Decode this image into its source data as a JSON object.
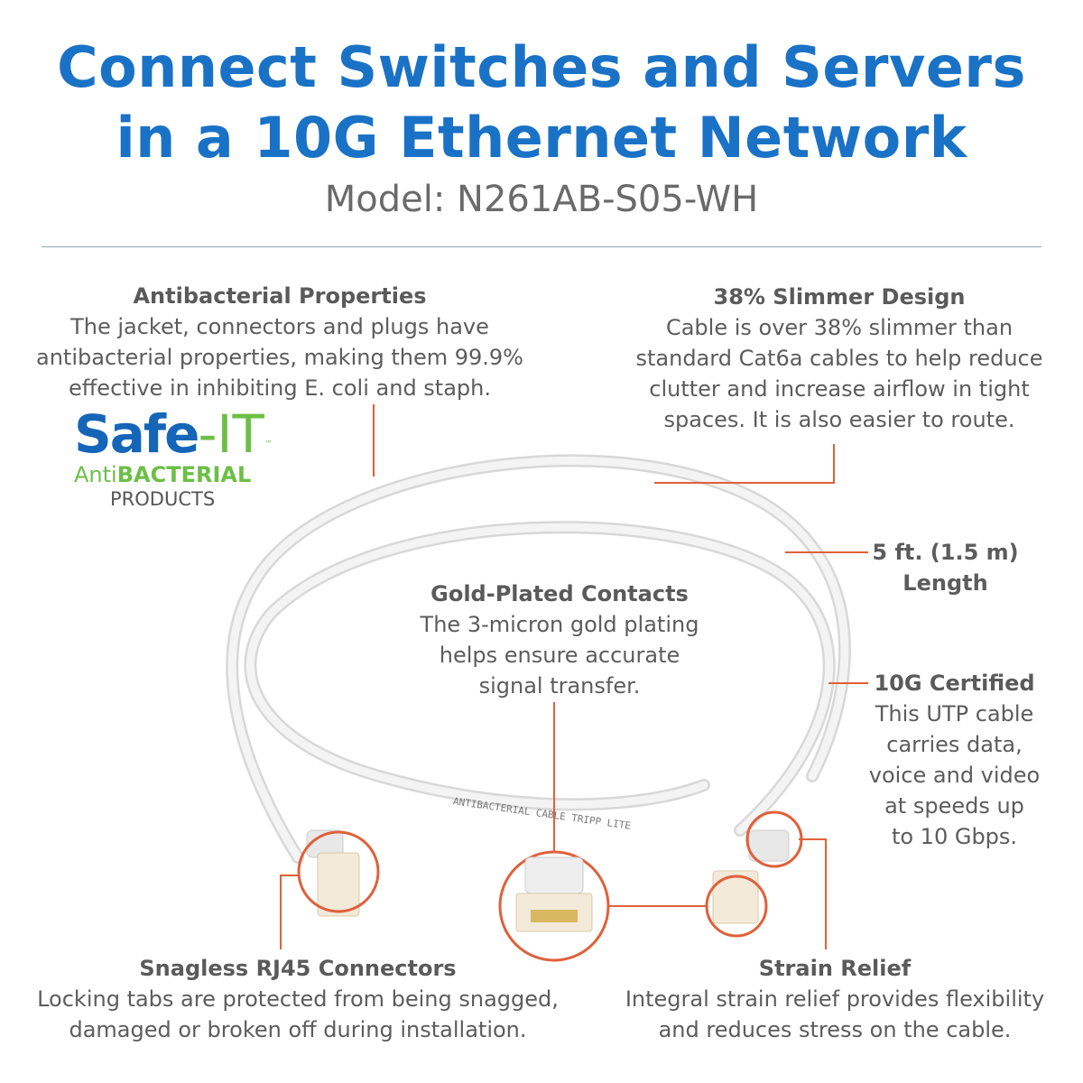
{
  "header": {
    "title_line1": "Connect Switches and Servers",
    "title_line2": "in a 10G Ethernet Network",
    "model": "Model: N261AB-S05-WH"
  },
  "colors": {
    "title": "#1a72c6",
    "callout_line": "#e0603a",
    "logo_blue": "#1565b8",
    "logo_green": "#6cbf45"
  },
  "logo": {
    "safe": "Safe",
    "it": "-IT",
    "tm": "™",
    "anti": "Anti",
    "bacterial": "BACTERIAL",
    "products": "PRODUCTS"
  },
  "features": {
    "antibacterial": {
      "heading": "Antibacterial Properties",
      "lines": [
        "The jacket, connectors and plugs have",
        "antibacterial properties, making them 99.9%",
        "effective in inhibiting E. coli and staph."
      ]
    },
    "slimmer": {
      "heading": "38% Slimmer Design",
      "lines": [
        "Cable is over 38% slimmer than",
        "standard Cat6a cables to help reduce",
        "clutter and increase airflow in tight",
        "spaces. It is also easier to route."
      ]
    },
    "length": {
      "lines": [
        "5 ft. (1.5 m)",
        "Length"
      ]
    },
    "gold": {
      "heading": "Gold-Plated Contacts",
      "lines": [
        "The 3-micron gold plating",
        "helps ensure accurate",
        "signal transfer."
      ]
    },
    "certified": {
      "heading": "10G Certified",
      "lines": [
        "This UTP cable",
        "carries data,",
        "voice and video",
        "at speeds up",
        "to 10 Gbps."
      ]
    },
    "snagless": {
      "heading": "Snagless RJ45 Connectors",
      "lines": [
        "Locking tabs are protected from being snagged,",
        "damaged or broken off during installation."
      ]
    },
    "strain": {
      "heading": "Strain Relief",
      "lines": [
        "Integral strain relief provides flexibility",
        "and reduces stress on the cable."
      ]
    }
  },
  "cable_print": "ANTIBACTERIAL CABLE TRIPP LITE"
}
